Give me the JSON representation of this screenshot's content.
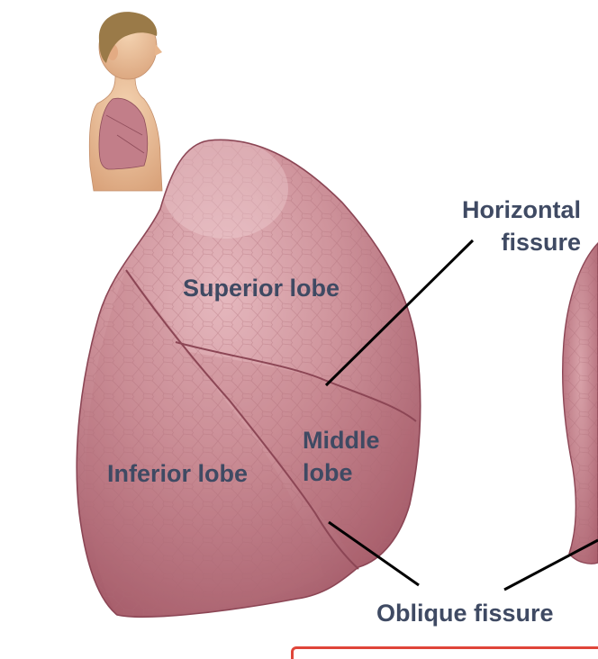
{
  "colors": {
    "label_text": "#3f4a63",
    "leader_line": "#000000",
    "lung_fill": "#c98a93",
    "lung_shadow": "#a8606d",
    "lung_highlight": "#e9c2c7",
    "skin": "#e8b98f",
    "hair": "#9a7a48",
    "alert_border": "#e0453a"
  },
  "labels": {
    "superior_lobe": "Superior lobe",
    "middle_lobe_line1": "Middle",
    "middle_lobe_line2": "lobe",
    "inferior_lobe": "Inferior lobe",
    "horizontal_fissure_line1": "Horizontal",
    "horizontal_fissure_line2": "fissure",
    "oblique_fissure": "Oblique fissure"
  },
  "icons": {
    "orientation_figure": "human-torso-side-view-icon",
    "right_lung": "right-lung-illustration",
    "left_lung_partial": "left-lung-partial-illustration"
  }
}
